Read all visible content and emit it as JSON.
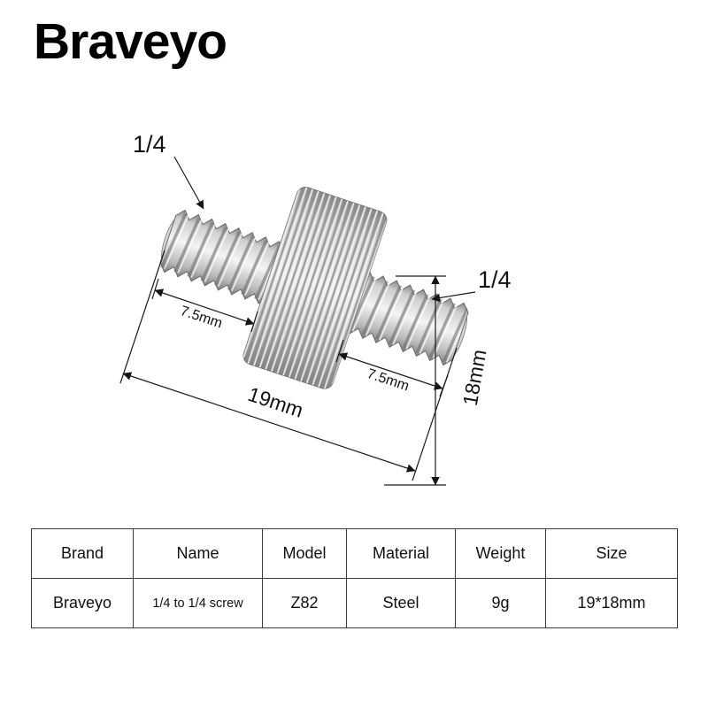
{
  "brand": {
    "logo": "Braveyo"
  },
  "figure": {
    "annotations": {
      "left_thread_size": "1/4",
      "right_thread_size": "1/4",
      "left_thread_length": "7.5mm",
      "right_thread_length": "7.5mm",
      "overall_length": "19mm",
      "overall_height": "18mm"
    },
    "colors": {
      "metal_light": "#f4f4f4",
      "metal_mid": "#bcbcbc",
      "metal_dark": "#7e7e7e",
      "annotation_line": "#1a1a1a",
      "background": "#ffffff",
      "brand_text": "#000000"
    }
  },
  "spec_table": {
    "headers": [
      "Brand",
      "Name",
      "Model",
      "Material",
      "Weight",
      "Size"
    ],
    "values": [
      "Braveyo",
      "1/4 to 1/4 screw",
      "Z82",
      "Steel",
      "9g",
      "19*18mm"
    ]
  }
}
